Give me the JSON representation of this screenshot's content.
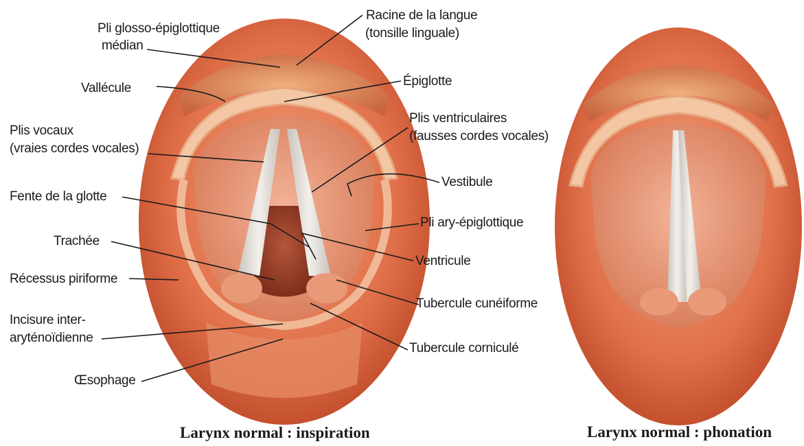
{
  "figures": [
    {
      "caption": "Larynx normal : inspiration"
    },
    {
      "caption": "Larynx normal : phonation"
    }
  ],
  "labels": {
    "pli_glosso_1": "Pli glosso-épiglottique",
    "pli_glosso_2": "médian",
    "racine_1": "Racine de la langue",
    "racine_2": "(tonsille linguale)",
    "vallecule": "Vallécule",
    "epiglotte": "Épiglotte",
    "plis_vocaux_1": "Plis vocaux",
    "plis_vocaux_2": "(vraies cordes vocales)",
    "plis_ventric_1": "Plis ventriculaires",
    "plis_ventric_2": "(fausses cordes vocales)",
    "vestibule": "Vestibule",
    "fente": "Fente de la glotte",
    "pli_ary": "Pli ary-épiglottique",
    "trachee": "Trachée",
    "ventricule": "Ventricule",
    "recessus": "Récessus piriforme",
    "tub_cuneiforme": "Tubercule cunéiforme",
    "incisure_1": "Incisure inter-",
    "incisure_2": "aryténoïdienne",
    "tub_cornicule": "Tubercule corniculé",
    "oesophage": "Œsophage"
  }
}
